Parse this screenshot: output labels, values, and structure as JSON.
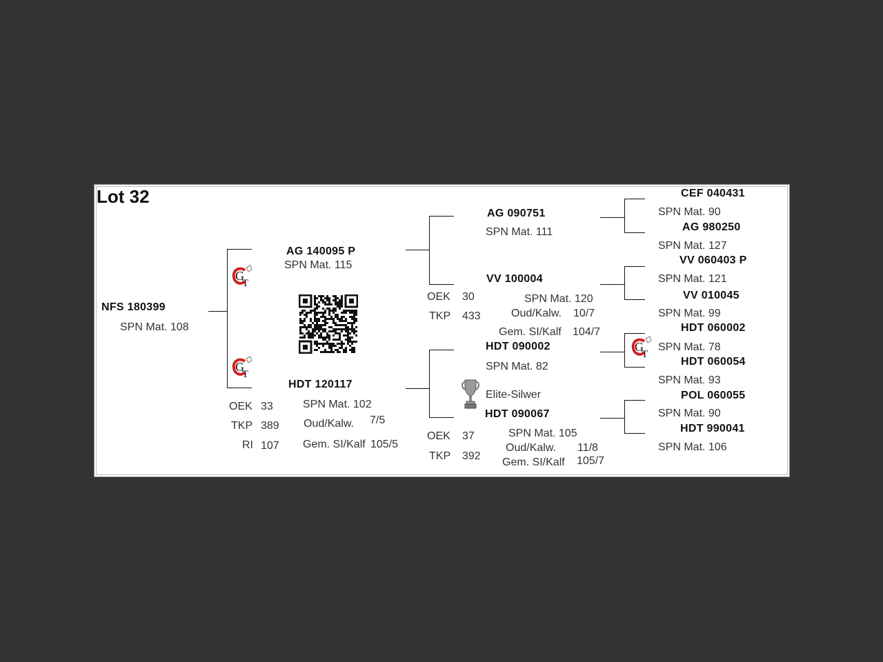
{
  "lot": {
    "title": "Lot 32"
  },
  "animal": {
    "name": "NFS 180399",
    "spn": "SPN Mat. 108"
  },
  "sire": {
    "name": "AG  140095  P",
    "spn": "SPN Mat. 115"
  },
  "dam": {
    "name": "HDT 120117",
    "spn": "SPN Mat. 102",
    "oek_label": "OEK",
    "oek_value": "33",
    "tkp_label": "TKP",
    "tkp_value": "389",
    "ri_label": "RI",
    "ri_value": "107",
    "oud_label": "Oud/Kalw.",
    "oud_value": "7/5",
    "gem_label": "Gem. SI/Kalf",
    "gem_value": "105/5"
  },
  "sire_sire": {
    "name": "AG  090751",
    "spn": "SPN Mat. 111"
  },
  "sire_dam": {
    "name": "VV  100004",
    "spn": "SPN Mat. 120",
    "oek_label": "OEK",
    "oek_value": "30",
    "tkp_label": "TKP",
    "tkp_value": "433",
    "oud_label": "Oud/Kalw.",
    "oud_value": "10/7",
    "gem_label": "Gem. SI/Kalf",
    "gem_value": "104/7"
  },
  "dam_sire": {
    "name": "HDT 090002",
    "spn": "SPN Mat. 82",
    "award": "Elite-Silwer"
  },
  "dam_dam": {
    "name": "HDT 090067",
    "spn": "SPN Mat. 105",
    "oek_label": "OEK",
    "oek_value": "37",
    "tkp_label": "TKP",
    "tkp_value": "392",
    "oud_label": "Oud/Kalw.",
    "oud_value": "11/8",
    "gem_label": "Gem. SI/Kalf",
    "gem_value": "105/7"
  },
  "gen3": [
    {
      "name": "CEF 040431",
      "spn": "SPN Mat. 90"
    },
    {
      "name": "AG  980250",
      "spn": "SPN Mat. 127"
    },
    {
      "name": "VV  060403  P",
      "spn": "SPN Mat. 121"
    },
    {
      "name": "VV  010045",
      "spn": "SPN Mat. 99"
    },
    {
      "name": "HDT 060002",
      "spn": "SPN Mat. 78"
    },
    {
      "name": "HDT 060054",
      "spn": "SPN Mat. 93"
    },
    {
      "name": "POL 060055",
      "spn": "SPN Mat. 90"
    },
    {
      "name": "HDT 990041",
      "spn": "SPN Mat. 106"
    }
  ],
  "icons": {
    "gt": "gt-logo-icon",
    "qr": "qr-code-icon",
    "trophy": "trophy-icon"
  },
  "colors": {
    "background": "#333333",
    "card": "#ffffff",
    "gt_red": "#d42020"
  }
}
